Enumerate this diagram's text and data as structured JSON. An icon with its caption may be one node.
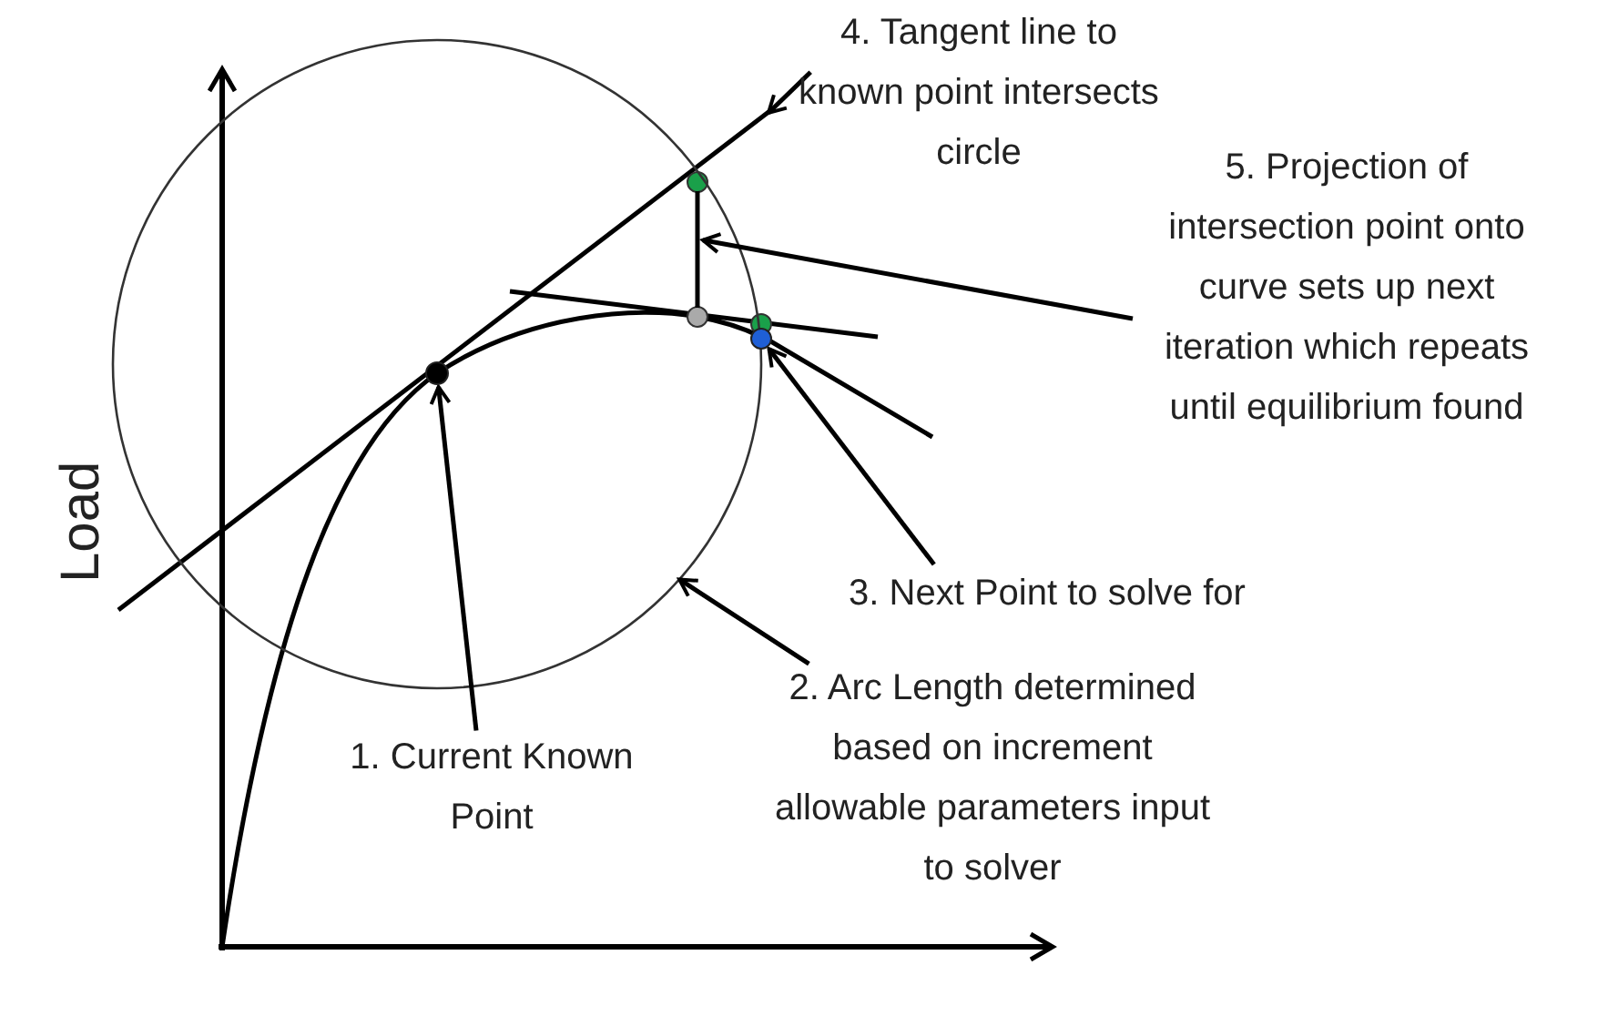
{
  "diagram": {
    "nodes": [
      {
        "text": [
          "4. Tangent line to known point intersects circle"
        ]
      },
      {
        "text": [
          "5. Projection of intersection point onto curve sets up next iteration which repeats until equilibrium found"
        ]
      },
      {
        "text": [
          "3. Next Point to solve for"
        ]
      },
      {
        "text": [
          "2. Arc Length determined based on increment allowable parameters input to solver"
        ]
      },
      {
        "text": [
          "1. Current Known Point"
        ]
      },
      {
        "text": [],
        "shape": "circle"
      },
      {
        "text": [],
        "shape": "circle",
        "in": 5
      },
      {
        "text": [],
        "shape": "circle"
      },
      {
        "text": [],
        "shape": "line",
        "in": 5
      }
    ],
    "edges": [
      {
        "from": 0,
        "to": null,
        "arrow": "to"
      },
      {
        "from": 1,
        "to": 8,
        "arrow": "to"
      },
      {
        "from": 2,
        "to": 7,
        "arrow": "to"
      },
      {
        "from": 3,
        "to": 5,
        "arrow": "to"
      },
      {
        "from": 4,
        "to": 6,
        "arrow": "to"
      }
    ],
    "labels": [
      "Load"
    ]
  }
}
